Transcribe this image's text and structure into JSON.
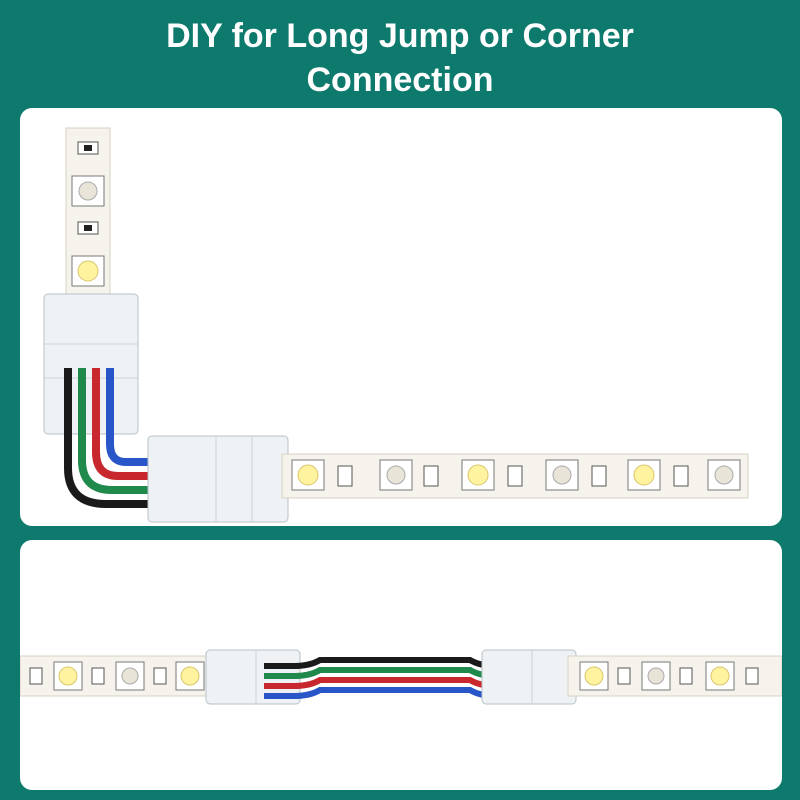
{
  "header": {
    "title_line1": "DIY for Long Jump or Corner",
    "title_line2": "Connection"
  },
  "colors": {
    "background": "#0e7a6d",
    "panel": "#ffffff",
    "strip": "#f6f3ec",
    "wire_black": "#1a1a1a",
    "wire_green": "#1f8a4c",
    "wire_red": "#c8272d",
    "wire_blue": "#2855c8",
    "led_warm": "#fff3a0"
  },
  "scenes": [
    {
      "name": "corner-connection",
      "type": "L-shaped corner connector"
    },
    {
      "name": "long-jump-connection",
      "type": "straight jumper cable connector"
    }
  ]
}
